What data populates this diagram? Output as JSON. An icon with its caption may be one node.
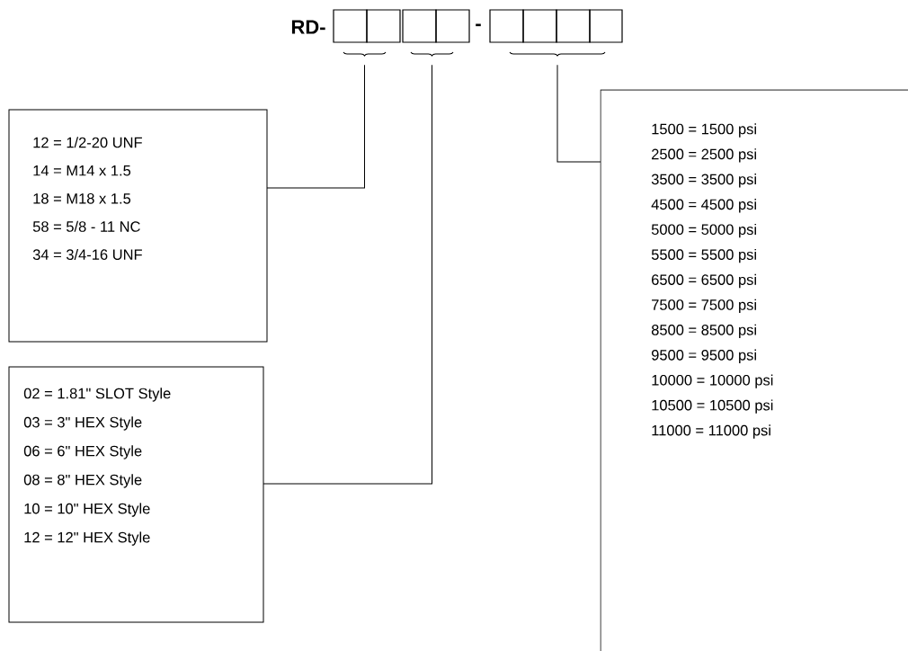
{
  "diagram": {
    "nodes": [
      {
        "text": [],
        "shape": "box"
      },
      {
        "text": [],
        "shape": "box"
      },
      {
        "text": [],
        "shape": "box"
      },
      {
        "text": [],
        "shape": "box"
      },
      {
        "text": [],
        "shape": "box"
      },
      {
        "text": [],
        "shape": "box"
      },
      {
        "text": [],
        "shape": "box"
      },
      {
        "text": [],
        "shape": "box"
      },
      {
        "text": [],
        "shape": "brace"
      },
      {
        "text": [],
        "shape": "brace"
      },
      {
        "text": [],
        "shape": "brace"
      },
      {
        "text": [
          "12 = 1/2-20 UNF",
          "14 = M14 x 1.5",
          "18 = M18 x 1.5",
          "58 = 5/8 - 11 NC",
          "34 = 3/4-16 UNF"
        ]
      },
      {
        "text": [
          "02 = 1.81\" SLOT Style",
          "03 = 3\" HEX Style",
          "06 = 6\" HEX Style",
          "08 = 8\" HEX Style",
          "10 = 10\" HEX Style",
          "12 = 12\" HEX Style"
        ]
      },
      {
        "text": [
          "1500 = 1500 psi",
          "2500 = 2500 psi",
          "3500 = 3500 psi",
          "4500 = 4500 psi",
          "5000 = 5000 psi",
          "5500 = 5500 psi",
          "6500 = 6500 psi",
          "7500 = 7500 psi",
          "8500 = 8500 psi",
          "9500 = 9500 psi",
          "10000 = 10000 psi",
          "10500 = 10500 psi",
          "11000 = 11000 psi"
        ]
      }
    ],
    "edges": [
      {
        "from": 11,
        "to": 8,
        "arrow": "none"
      },
      {
        "from": 12,
        "to": 9,
        "arrow": "none"
      },
      {
        "from": 13,
        "to": 10,
        "arrow": "none"
      }
    ],
    "labels": [
      "RD-",
      "-"
    ]
  }
}
